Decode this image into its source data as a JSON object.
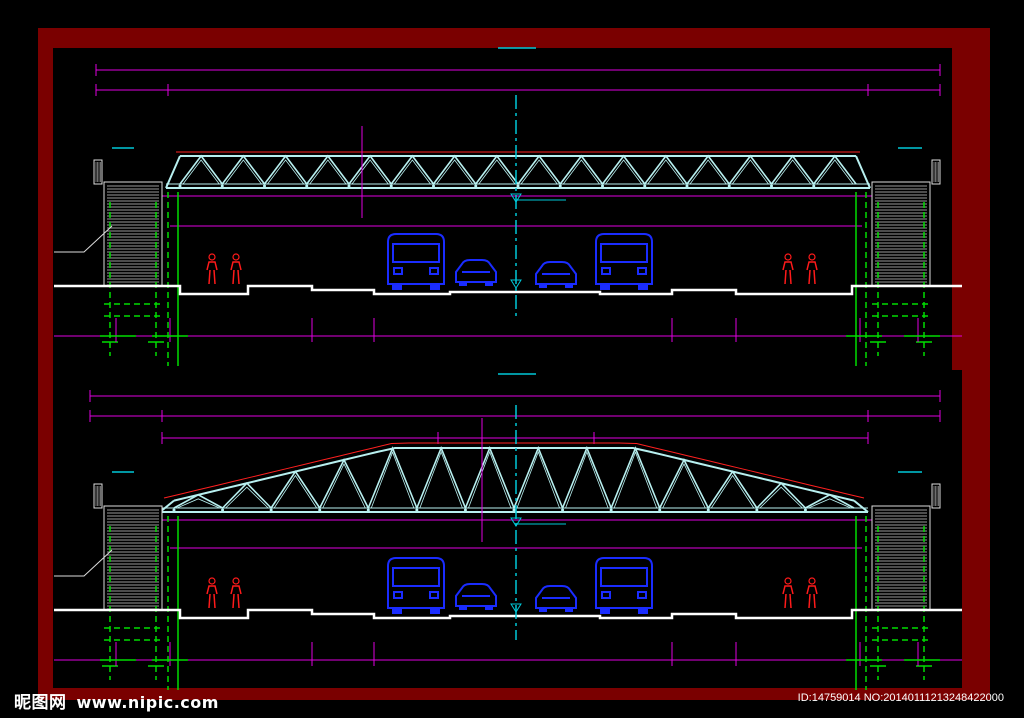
{
  "watermark": {
    "brand_cn": "昵图网",
    "site": "www.nipic.com",
    "id_text": "ID:14759014 NO:20140111213248422000"
  },
  "colors": {
    "background": "#000000",
    "border": "#7a0000",
    "truss": "#b8f0f0",
    "dimension": "#e000e0",
    "centerline": "#00c8d8",
    "column": "#00dd00",
    "ground": "#ffffff",
    "vehicle": "#1a2cff",
    "pedestrian": "#ff1a1a",
    "roof": "#ff2020"
  },
  "drawing": {
    "views": [
      {
        "name": "elevation-parallel-chord",
        "truss_type": "parallel",
        "truss_panels": 16,
        "vehicles": [
          "bus",
          "car",
          "car",
          "bus"
        ],
        "pedestrians": 4
      },
      {
        "name": "elevation-arched-chord",
        "truss_type": "arched",
        "truss_panels": 14,
        "vehicles": [
          "bus",
          "car",
          "car",
          "bus"
        ],
        "pedestrians": 4
      }
    ]
  }
}
